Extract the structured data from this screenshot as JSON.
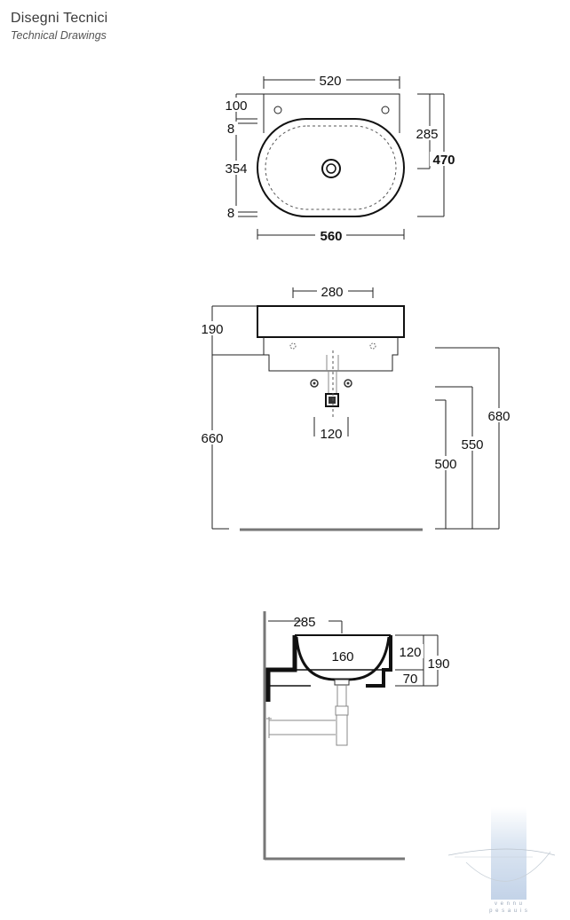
{
  "header": {
    "title": "Disegni Tecnici",
    "subtitle": "Technical Drawings"
  },
  "top_view": {
    "dims": {
      "width_top": "520",
      "width_bottom": "560",
      "left_100": "100",
      "left_8_top": "8",
      "left_354": "354",
      "left_8_bottom": "8",
      "right_285": "285",
      "right_470": "470"
    }
  },
  "front_view": {
    "dims": {
      "top_280": "280",
      "left_190": "190",
      "left_660": "660",
      "bottom_120": "120",
      "right_500": "500",
      "right_550": "550",
      "right_680": "680"
    }
  },
  "side_view": {
    "dims": {
      "top_285": "285",
      "center_160": "160",
      "right_120": "120",
      "right_190": "190",
      "right_70": "70"
    }
  },
  "watermark": {
    "text_line1": "v e n n u",
    "text_line2": "p e s a u i s"
  },
  "colors": {
    "line": "#111111",
    "floor": "#777777",
    "watermark": "#cfdceb"
  }
}
